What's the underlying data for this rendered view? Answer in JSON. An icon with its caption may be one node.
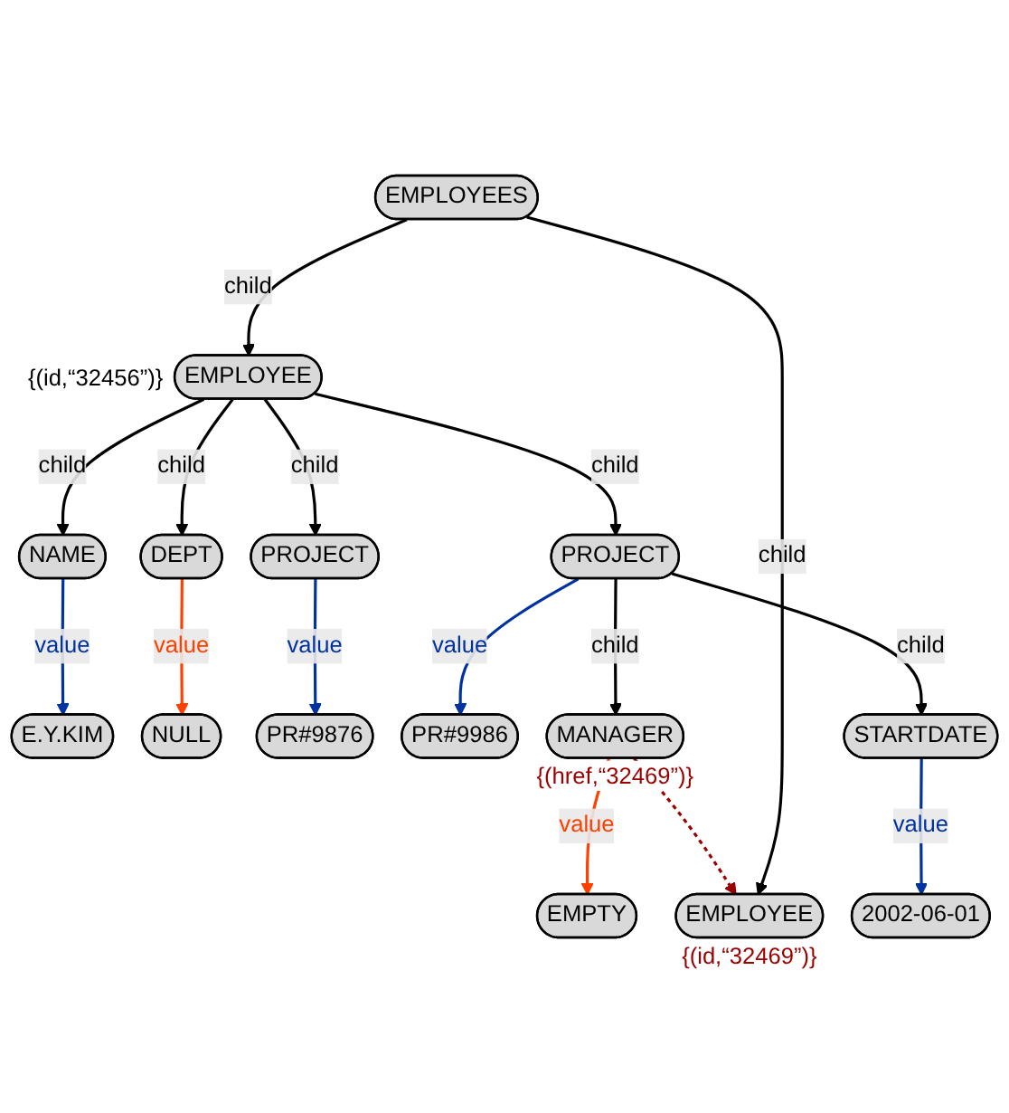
{
  "diagram": {
    "nodes": [
      {
        "text": [
          "EMPLOYEES"
        ]
      },
      {
        "text": [
          "EMPLOYEE"
        ],
        "beside": [
          "{(id,“32456”)}"
        ]
      },
      {
        "text": [
          "EMPLOYEE"
        ],
        "beside": [
          "{(id,“32469”)}"
        ]
      },
      {
        "text": [
          "NAME"
        ]
      },
      {
        "text": [
          "DEPT"
        ]
      },
      {
        "text": [
          "PROJECT"
        ]
      },
      {
        "text": [
          "PROJECT"
        ]
      },
      {
        "text": [
          "E.Y.KIM"
        ]
      },
      {
        "text": [
          "NULL"
        ]
      },
      {
        "text": [
          "PR#9876"
        ]
      },
      {
        "text": [
          "PR#9986"
        ]
      },
      {
        "text": [
          "MANAGER"
        ],
        "beside": [
          "{(href,“32469”)}"
        ]
      },
      {
        "text": [
          "STARTDATE"
        ]
      },
      {
        "text": [
          "EMPTY"
        ]
      },
      {
        "text": [
          "2002-06-01"
        ]
      }
    ],
    "edges": [
      {
        "from": 0,
        "to": 1,
        "arrow": "to",
        "label": "child"
      },
      {
        "from": 0,
        "to": 2,
        "arrow": "to",
        "label": "child"
      },
      {
        "from": 1,
        "to": 3,
        "arrow": "to",
        "label": "child"
      },
      {
        "from": 1,
        "to": 4,
        "arrow": "to",
        "label": "child"
      },
      {
        "from": 1,
        "to": 5,
        "arrow": "to",
        "label": "child"
      },
      {
        "from": 1,
        "to": 6,
        "arrow": "to",
        "label": "child"
      },
      {
        "from": 3,
        "to": 7,
        "arrow": "to",
        "label": "value",
        "color": "#0033a0"
      },
      {
        "from": 4,
        "to": 8,
        "arrow": "to",
        "label": "value",
        "color": "#ff4000"
      },
      {
        "from": 5,
        "to": 9,
        "arrow": "to",
        "label": "value",
        "color": "#0033a0"
      },
      {
        "from": 6,
        "to": 10,
        "arrow": "to",
        "label": "value",
        "color": "#0033a0"
      },
      {
        "from": 6,
        "to": 11,
        "arrow": "to",
        "label": "child"
      },
      {
        "from": 6,
        "to": 12,
        "arrow": "to",
        "label": "child"
      },
      {
        "from": 11,
        "to": 2,
        "arrow": "to",
        "style": "dashed",
        "color": "#990000"
      },
      {
        "from": 11,
        "to": 13,
        "arrow": "to",
        "label": "value",
        "color": "#ff4000"
      },
      {
        "from": 12,
        "to": 14,
        "arrow": "to",
        "label": "value",
        "color": "#0033a0"
      }
    ]
  }
}
